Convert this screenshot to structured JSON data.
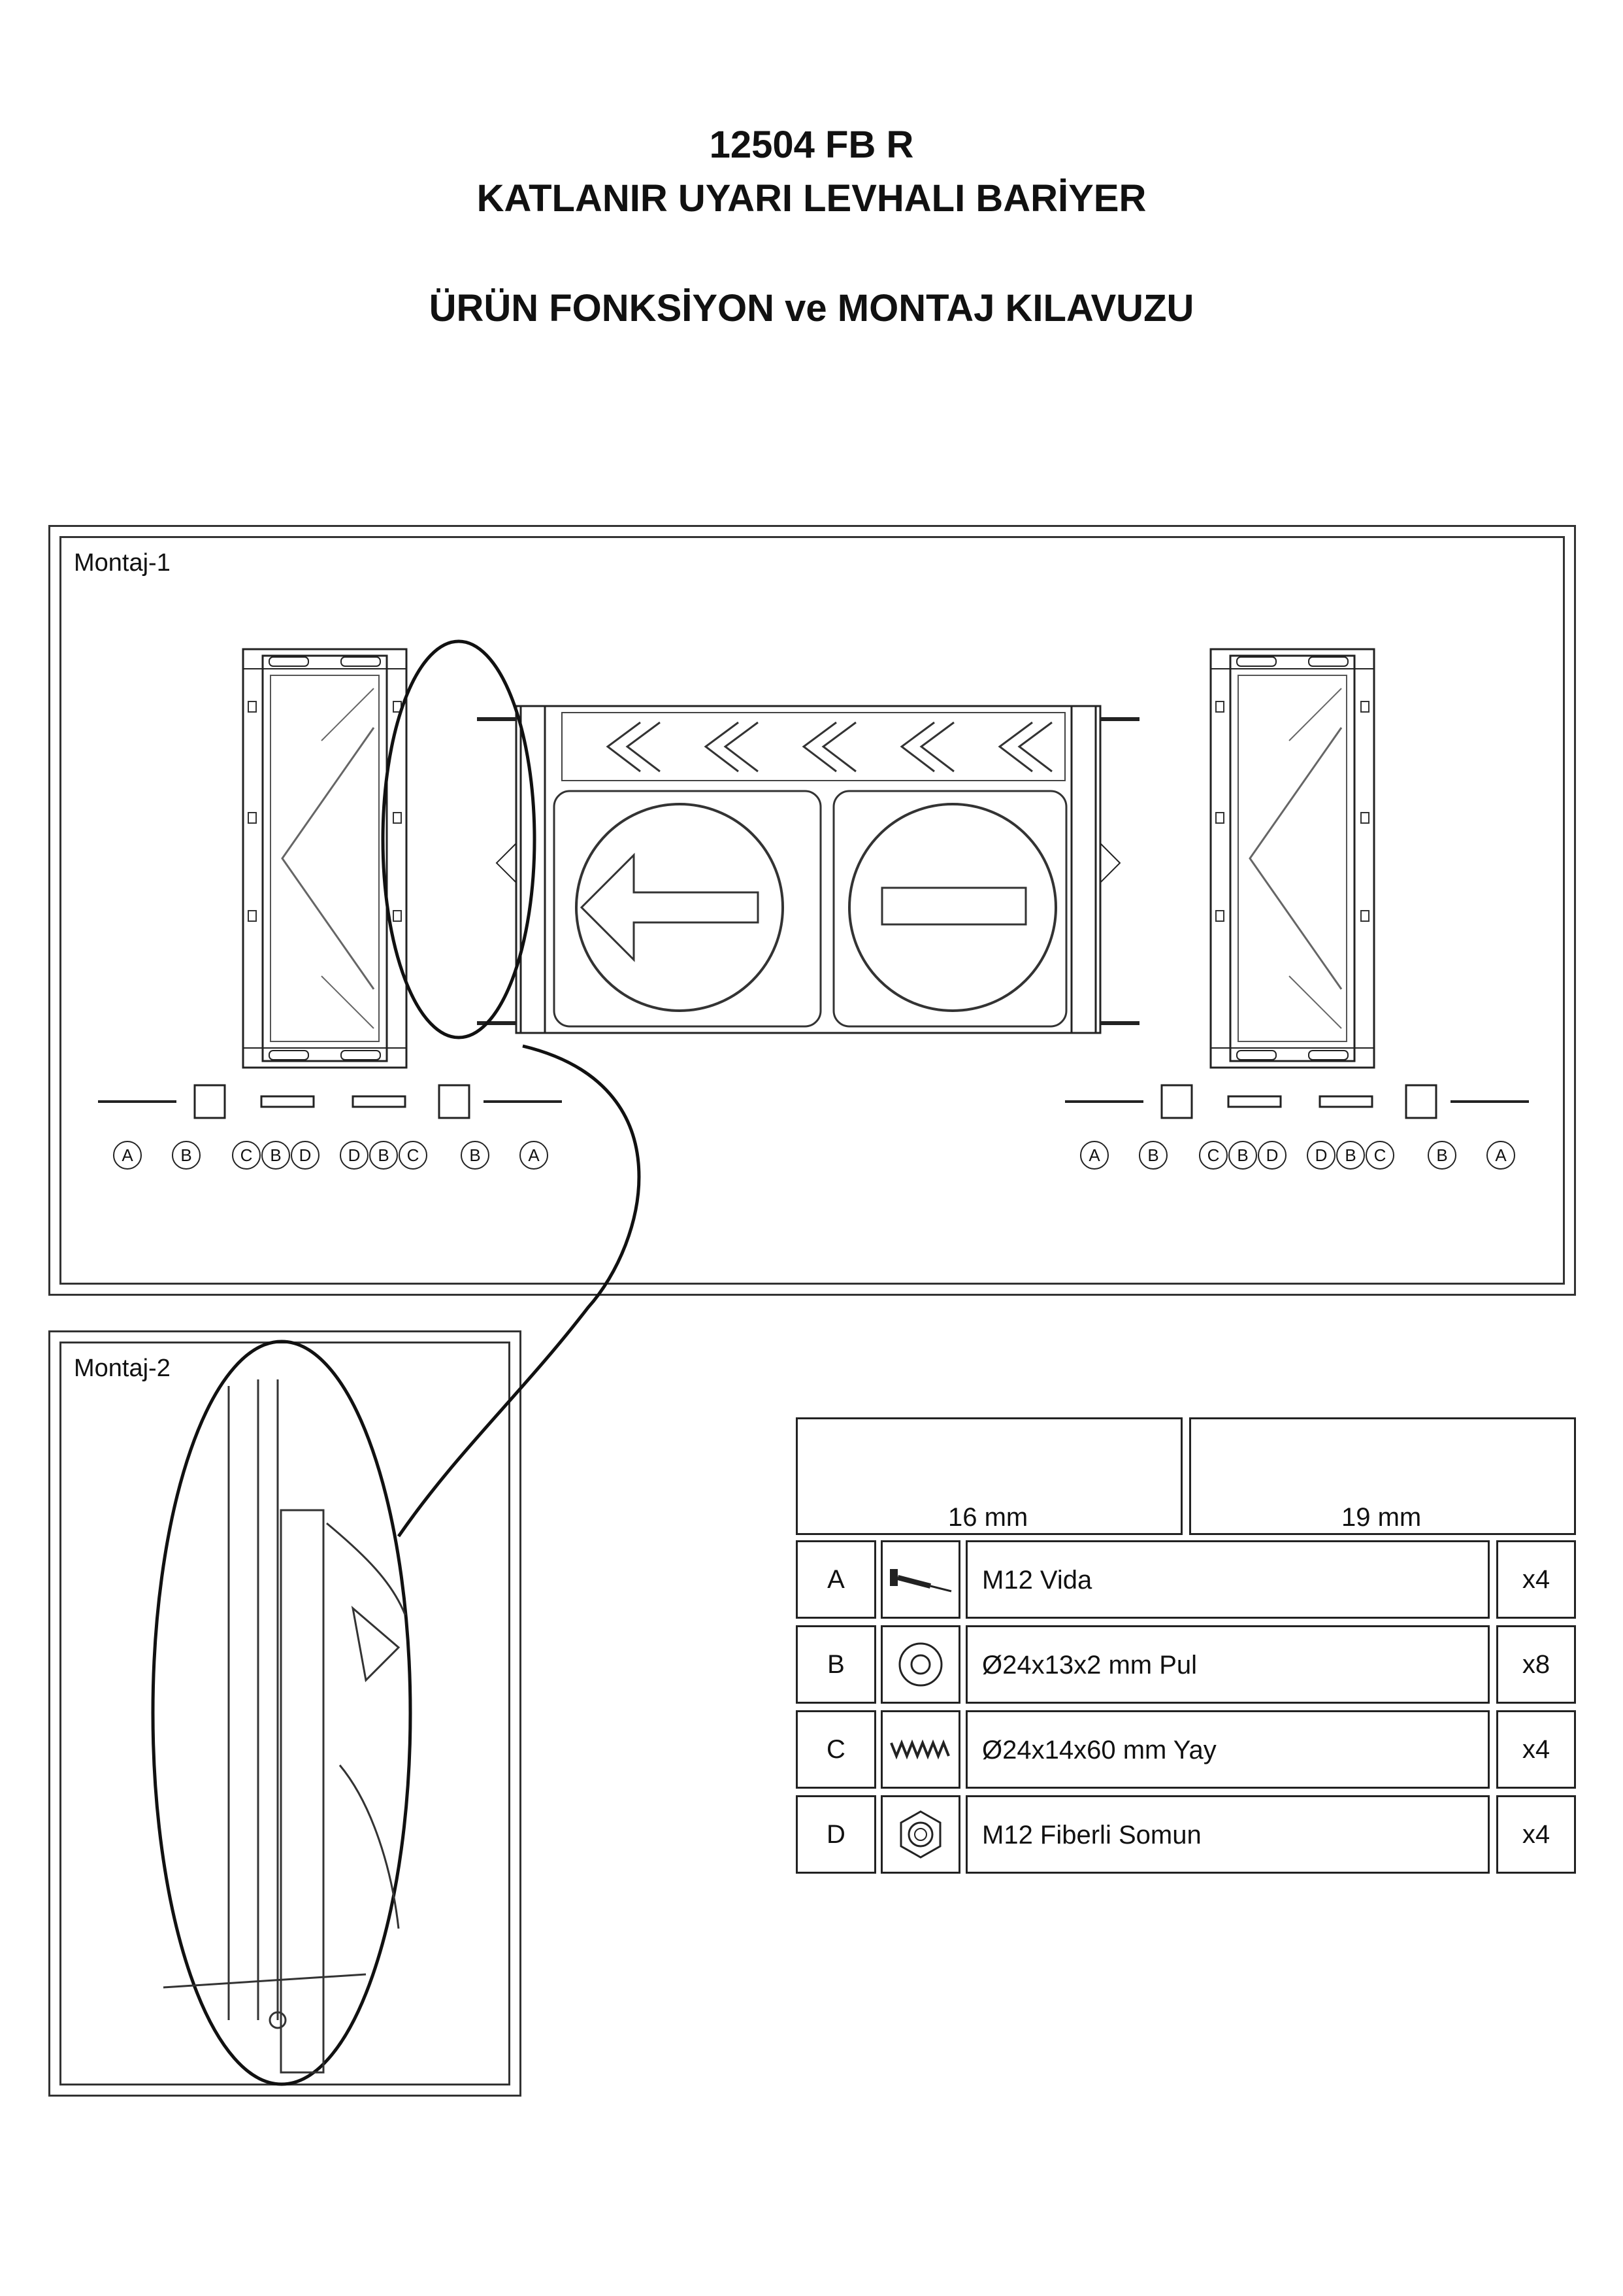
{
  "header": {
    "code": "12504 FB R",
    "name": "KATLANIR UYARI LEVHALI BARİYER",
    "subtitle": "ÜRÜN FONKSİYON ve MONTAJ KILAVUZU"
  },
  "montaj1": {
    "label": "Montaj-1",
    "part_labels_left": [
      "A",
      "B",
      "C",
      "B",
      "D",
      "D",
      "B",
      "C",
      "B",
      "A"
    ],
    "part_labels_right": [
      "A",
      "B",
      "C",
      "B",
      "D",
      "D",
      "B",
      "C",
      "B",
      "A"
    ]
  },
  "montaj2": {
    "label": "Montaj-2"
  },
  "tools": [
    {
      "size": "16 mm",
      "icon": "ratchet-wrench-icon"
    },
    {
      "size": "19 mm",
      "icon": "open-end-wrench-icon"
    }
  ],
  "parts": [
    {
      "letter": "A",
      "name": "M12 Vida",
      "qty": "x4",
      "icon": "bolt-icon"
    },
    {
      "letter": "B",
      "name": "Ø24x13x2 mm Pul",
      "qty": "x8",
      "icon": "washer-icon"
    },
    {
      "letter": "C",
      "name": "Ø24x14x60 mm Yay",
      "qty": "x4",
      "icon": "spring-icon"
    },
    {
      "letter": "D",
      "name": "M12 Fiberli Somun",
      "qty": "x4",
      "icon": "nut-icon"
    }
  ]
}
